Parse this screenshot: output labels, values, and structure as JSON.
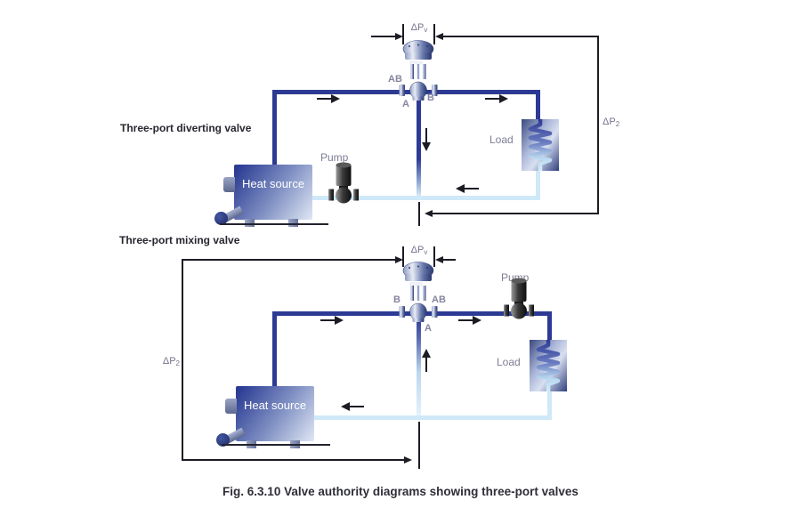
{
  "figure": {
    "caption": "Fig. 6.3.10 Valve authority diagrams showing three-port valves"
  },
  "colors": {
    "supply_pipe": "#2d3a94",
    "return_pipe": "#cfe9f8",
    "dimension_line": "#1c1c24",
    "component_label": "#7d7d97",
    "title_text": "#26262e"
  },
  "diverting": {
    "title": "Three-port diverting valve",
    "heat_source_label": "Heat source",
    "pump_label": "Pump",
    "load_label": "Load",
    "valve": {
      "port_ab": "AB",
      "port_a": "A",
      "port_b": "B"
    },
    "dp_valve": {
      "base": "ΔP",
      "sub": "v"
    },
    "dp_circuit": {
      "base": "ΔP",
      "sub": "2"
    }
  },
  "mixing": {
    "title": "Three-port mixing valve",
    "heat_source_label": "Heat source",
    "pump_label": "Pump",
    "load_label": "Load",
    "valve": {
      "port_ab": "AB",
      "port_a": "A",
      "port_b": "B"
    },
    "dp_valve": {
      "base": "ΔP",
      "sub": "v"
    },
    "dp_circuit": {
      "base": "ΔP",
      "sub": "2"
    }
  }
}
